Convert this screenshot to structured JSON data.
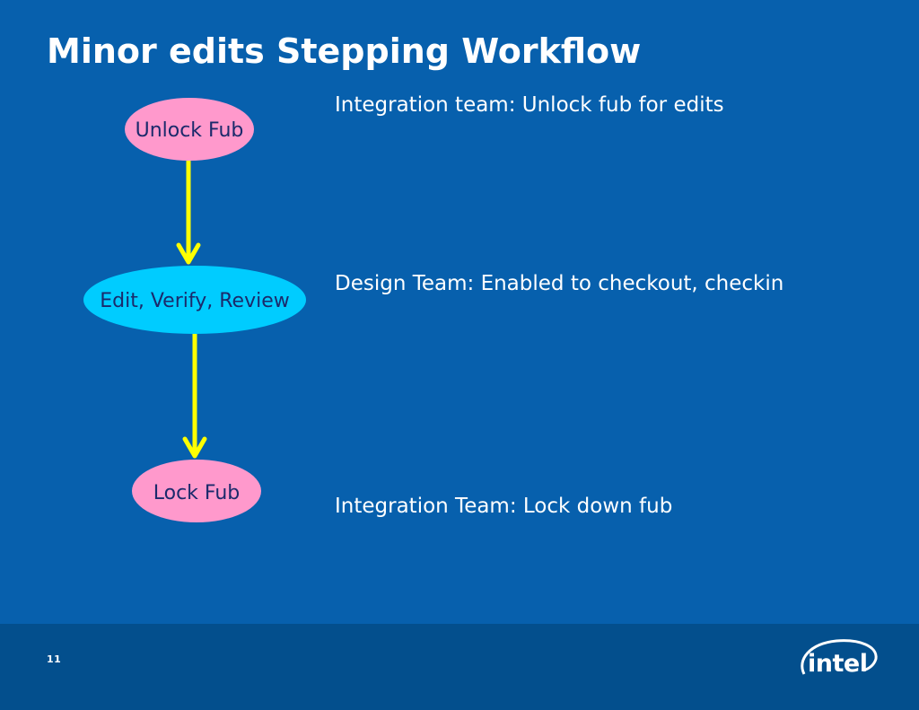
{
  "slide": {
    "title": "Minor edits Stepping Workflow",
    "page_number": "11",
    "logo_text": "intel"
  },
  "diagram": {
    "nodes": [
      {
        "id": "unlock-fub",
        "label": "Unlock Fub",
        "color": "#ff99cc"
      },
      {
        "id": "edit-verify-review",
        "label": "Edit, Verify, Review",
        "color": "#00ccff"
      },
      {
        "id": "lock-fub",
        "label": "Lock Fub",
        "color": "#ff99cc"
      }
    ],
    "edges": [
      {
        "from": "unlock-fub",
        "to": "edit-verify-review"
      },
      {
        "from": "edit-verify-review",
        "to": "lock-fub"
      }
    ],
    "arrow_color": "#ffff00",
    "node_text_color": "#1b2a6b"
  },
  "notes": [
    {
      "text": "Integration team: Unlock fub for edits"
    },
    {
      "text": "Design Team: Enabled to checkout, checkin"
    },
    {
      "text": "Integration Team: Lock down fub"
    }
  ],
  "colors": {
    "background": "#0760ad",
    "footer": "#034f8d",
    "text": "#ffffff"
  }
}
